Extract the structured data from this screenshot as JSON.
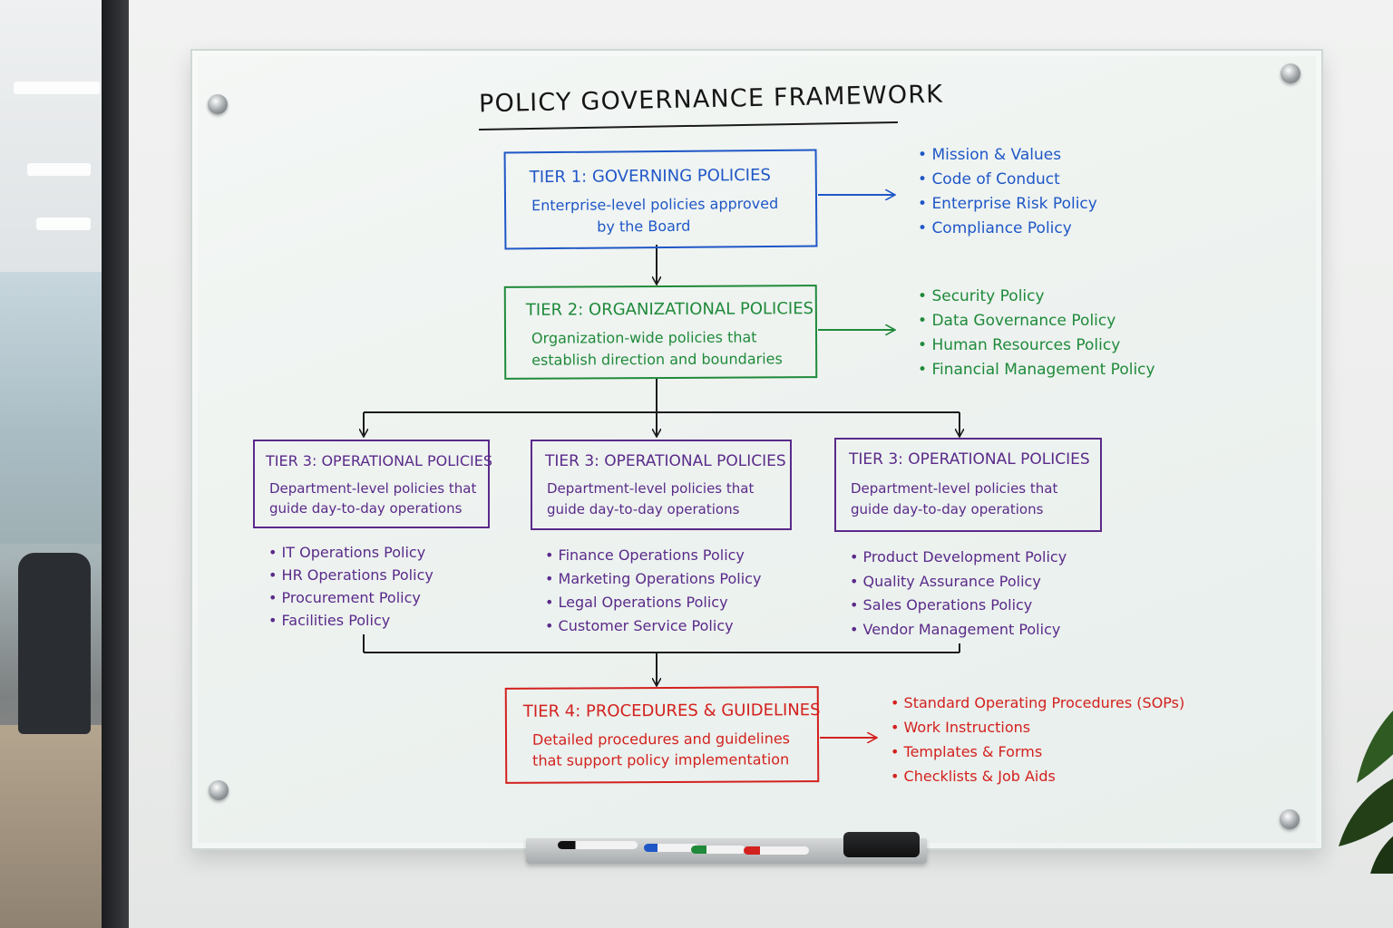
{
  "board": {
    "title": "POLICY GOVERNANCE FRAMEWORK",
    "colors": {
      "tier1": "#1f57c7",
      "tier2": "#1f8a3a",
      "tier3": "#5a2a8a",
      "tier4": "#d3211e",
      "ink": "#1b1b1b"
    },
    "tier1": {
      "heading": "TIER 1: GOVERNING POLICIES",
      "line1": "Enterprise-level policies approved",
      "line2": "by the Board",
      "items": [
        "Mission & Values",
        "Code of Conduct",
        "Enterprise Risk Policy",
        "Compliance Policy"
      ]
    },
    "tier2": {
      "heading": "TIER 2: ORGANIZATIONAL POLICIES",
      "line1": "Organization-wide policies that",
      "line2": "establish direction and boundaries",
      "items": [
        "Security Policy",
        "Data Governance Policy",
        "Human Resources Policy",
        "Financial Management Policy"
      ]
    },
    "tier3": [
      {
        "heading": "TIER 3: OPERATIONAL POLICIES",
        "line1": "Department-level policies that",
        "line2": "guide day-to-day operations",
        "items": [
          "IT Operations Policy",
          "HR Operations Policy",
          "Procurement Policy",
          "Facilities Policy"
        ]
      },
      {
        "heading": "TIER 3: OPERATIONAL POLICIES",
        "line1": "Department-level policies that",
        "line2": "guide day-to-day operations",
        "items": [
          "Finance Operations Policy",
          "Marketing Operations Policy",
          "Legal Operations Policy",
          "Customer Service Policy"
        ]
      },
      {
        "heading": "TIER 3: OPERATIONAL POLICIES",
        "line1": "Department-level policies that",
        "line2": "guide day-to-day operations",
        "items": [
          "Product Development Policy",
          "Quality Assurance Policy",
          "Sales Operations Policy",
          "Vendor Management Policy"
        ]
      }
    ],
    "tier4": {
      "heading": "TIER 4: PROCEDURES & GUIDELINES",
      "line1": "Detailed procedures and guidelines",
      "line2": "that support policy implementation",
      "items": [
        "Standard Operating Procedures (SOPs)",
        "Work Instructions",
        "Templates & Forms",
        "Checklists & Job Aids"
      ]
    }
  },
  "tray": {
    "marker_colors": [
      "#111111",
      "#1f57c7",
      "#1f8a3a",
      "#d3211e"
    ],
    "eraser_color": "#1a1a1a"
  }
}
